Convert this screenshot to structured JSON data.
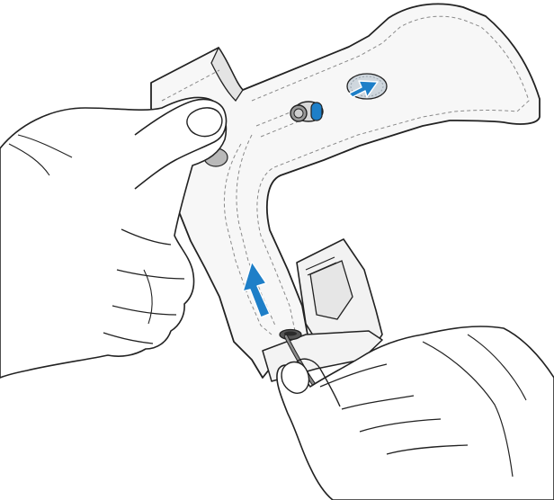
{
  "illustration": {
    "palette": {
      "line": "#222222",
      "strap_fill": "#f7f7f7",
      "shade": "#e2e2e2",
      "hand_fill": "#ffffff",
      "accent": "#1e7fc8",
      "stitch": "#8a8a8a"
    },
    "arrows": [
      {
        "name": "pull-up-arrow",
        "direction": "up"
      },
      {
        "name": "push-right-arrow",
        "direction": "right"
      }
    ],
    "icons": [
      "strap-outline",
      "left-hand",
      "right-hand",
      "grommet-hole",
      "cord",
      "stud-knob",
      "strap-handle"
    ]
  }
}
